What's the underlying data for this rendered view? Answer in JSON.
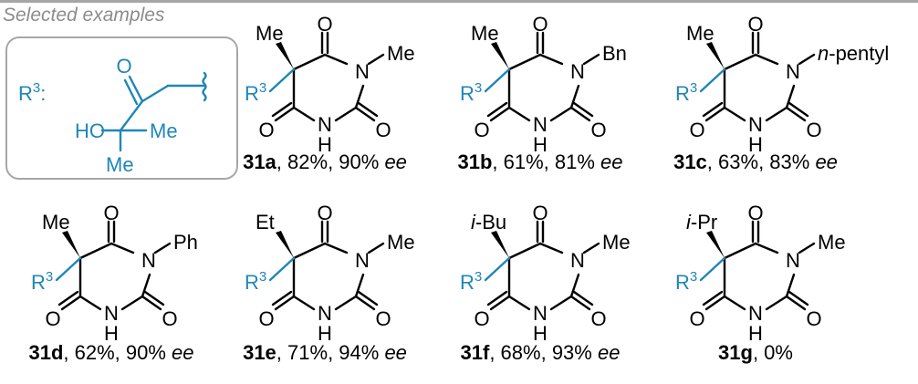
{
  "header": "Selected examples",
  "r3_box": {
    "label": "R",
    "label_sup": "3",
    "label_colon": ":",
    "ketone_o": "O",
    "hydroxyl": "HO",
    "methyl_1": "Me",
    "methyl_2": "Me"
  },
  "ring": {
    "carbonyl_o": "O",
    "nitrogen": "N",
    "nh": "H",
    "r": "R",
    "r_sup": "3"
  },
  "compounds": [
    {
      "id": "31a",
      "yield": "82%",
      "ee": "90%",
      "ee_label": "ee",
      "r1": "Me",
      "r1_italic": "",
      "n_sub_italic": "",
      "n_sub": "Me"
    },
    {
      "id": "31b",
      "yield": "61%",
      "ee": "81%",
      "ee_label": "ee",
      "r1": "Me",
      "r1_italic": "",
      "n_sub_italic": "",
      "n_sub": "Bn"
    },
    {
      "id": "31c",
      "yield": "63%",
      "ee": "83%",
      "ee_label": "ee",
      "r1": "Me",
      "r1_italic": "",
      "n_sub_italic": "n",
      "n_sub": "-pentyl"
    },
    {
      "id": "31d",
      "yield": "62%",
      "ee": "90%",
      "ee_label": "ee",
      "r1": "Me",
      "r1_italic": "",
      "n_sub_italic": "",
      "n_sub": "Ph"
    },
    {
      "id": "31e",
      "yield": "71%",
      "ee": "94%",
      "ee_label": "ee",
      "r1": "Et",
      "r1_italic": "",
      "n_sub_italic": "",
      "n_sub": "Me"
    },
    {
      "id": "31f",
      "yield": "68%",
      "ee": "93%",
      "ee_label": "ee",
      "r1": "-Bu",
      "r1_italic": "i",
      "n_sub_italic": "",
      "n_sub": "Me"
    },
    {
      "id": "31g",
      "yield": "0%",
      "ee": "",
      "ee_label": "",
      "r1": "-Pr",
      "r1_italic": "i",
      "n_sub_italic": "",
      "n_sub": "Me"
    }
  ],
  "colors": {
    "substituent_blue": "#1f86b8",
    "box_border": "#a6a6a6",
    "header_grey": "#8c8c8c"
  }
}
